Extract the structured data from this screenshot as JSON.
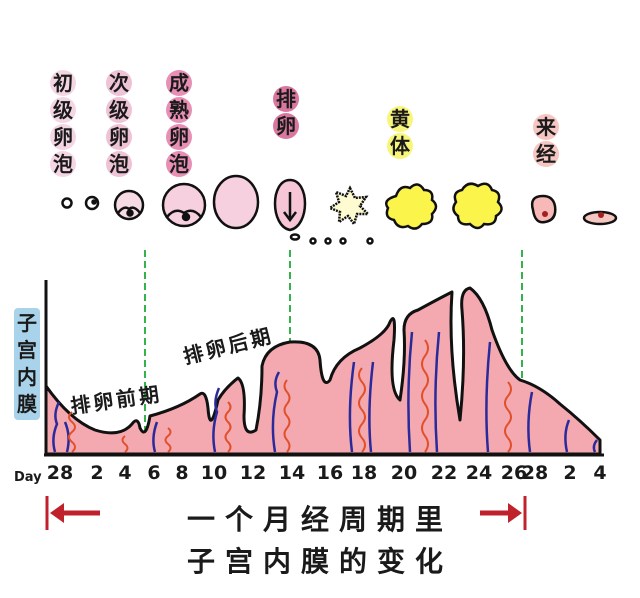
{
  "follicle_stages": [
    {
      "label": "初级卵泡",
      "chars": [
        "初",
        "级",
        "卵",
        "泡"
      ],
      "bg": "#f4d6e2"
    },
    {
      "label": "次级卵泡",
      "chars": [
        "次",
        "级",
        "卵",
        "泡"
      ],
      "bg": "#efc3d6"
    },
    {
      "label": "成熟卵泡",
      "chars": [
        "成",
        "熟",
        "卵",
        "泡"
      ],
      "bg": "#e88fb5"
    },
    {
      "label": "排卵",
      "chars": [
        "排",
        "卵"
      ],
      "bg": "#d9789f"
    },
    {
      "label": "黄体",
      "chars": [
        "黄",
        "体"
      ],
      "bg": "#f8f67a"
    },
    {
      "label": "来经",
      "chars": [
        "来",
        "经"
      ],
      "bg": "#f5c6c2"
    }
  ],
  "y_axis_label": {
    "text": "子宫内膜",
    "chars": [
      "子",
      "宫",
      "内",
      "膜"
    ],
    "bg": "#a9d3ea"
  },
  "phases": {
    "pre": "排卵前期",
    "post": "排卵后期"
  },
  "day_label": "Day",
  "ticks": [
    "28",
    "2",
    "4",
    "6",
    "8",
    "10",
    "12",
    "14",
    "16",
    "18",
    "20",
    "22",
    "24",
    "26",
    "28",
    "2",
    "4"
  ],
  "caption": {
    "line1": "一个月经周期里",
    "line2": "子宫内膜的变化"
  },
  "colors": {
    "endometrium": "#f4a9b0",
    "outline": "#111111",
    "divider": "#33b34a",
    "artery_blue": "#2a2a9a",
    "artery_red": "#e0502a",
    "arrow": "#c0222c"
  }
}
